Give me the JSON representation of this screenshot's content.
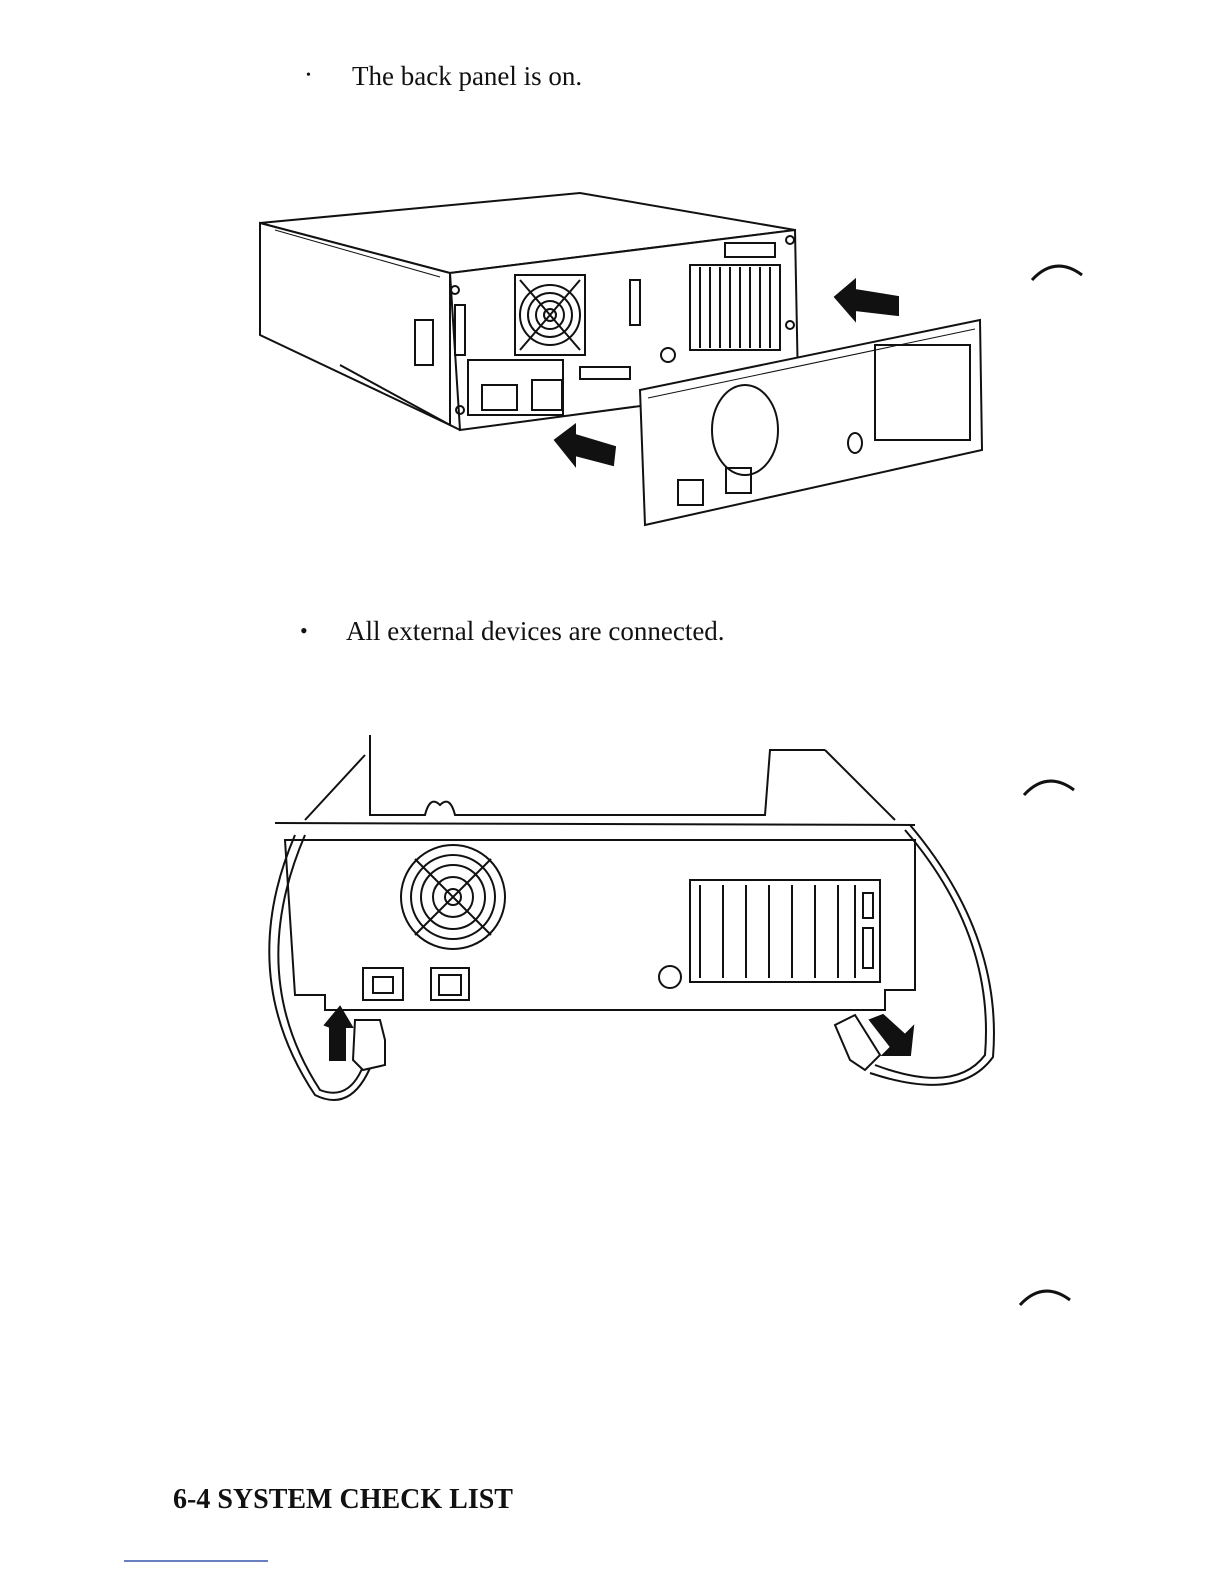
{
  "page": {
    "items": [
      {
        "bullet": "•",
        "text": "The back panel is on."
      },
      {
        "bullet": "•",
        "text": "All external devices are connected."
      }
    ],
    "footer": "6-4  SYSTEM CHECK LIST"
  }
}
